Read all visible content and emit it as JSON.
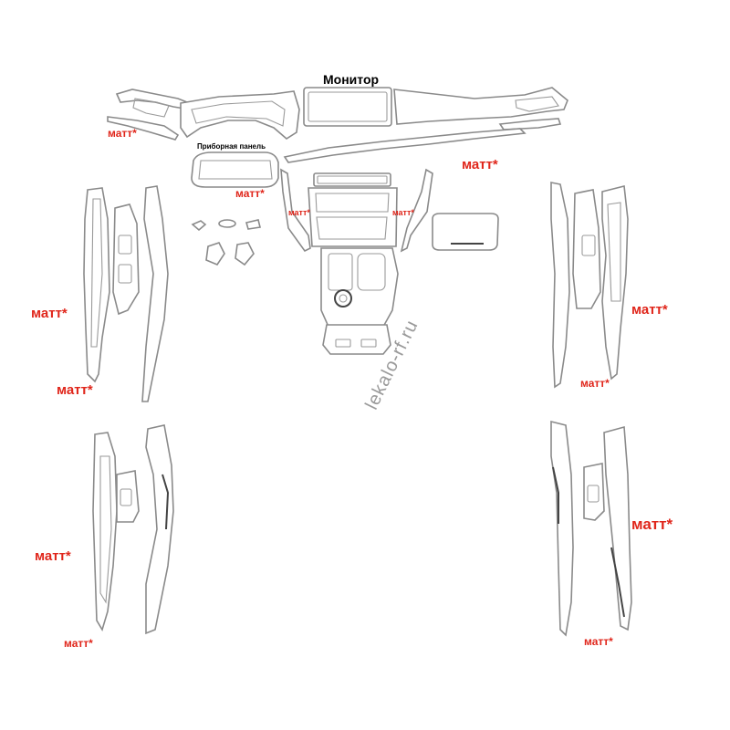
{
  "labels": {
    "monitor": "Монитор",
    "instrument_panel": "Приборная панель",
    "matt": "матт*"
  },
  "watermark": "lekalo-rf.ru",
  "colors": {
    "matt_label": "#e0261b",
    "outline": "#8a8a8a",
    "watermark": "#9a9a9a"
  }
}
